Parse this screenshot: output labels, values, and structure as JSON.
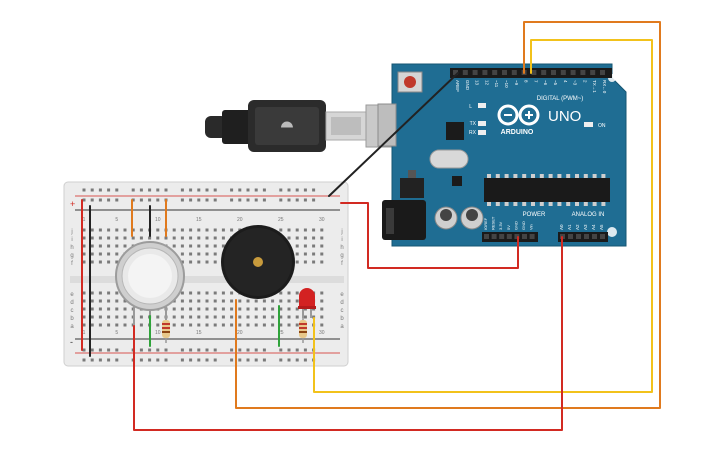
{
  "arduino": {
    "brand": "UNO",
    "logo_text": "ARDUINO",
    "digital_header": "DIGITAL (PWM~)",
    "power_header": "POWER",
    "analog_header": "ANALOG IN",
    "on_led": "ON",
    "l_led": "L",
    "tx_led": "TX",
    "rx_led": "RX",
    "digital_pins": [
      "AREF",
      "GND",
      "13",
      "12",
      "~11",
      "~10",
      "~9",
      "8",
      "7",
      "~6",
      "~5",
      "4",
      "~3",
      "2",
      "TX→1",
      "RX←0"
    ],
    "power_pins": [
      "IOREF",
      "RESET",
      "3.3V",
      "5V",
      "GND",
      "GND",
      "Vin"
    ],
    "analog_pins": [
      "A0",
      "A1",
      "A2",
      "A3",
      "A4",
      "A5"
    ]
  },
  "breadboard": {
    "row_letters_top": [
      "j",
      "i",
      "h",
      "g",
      "f"
    ],
    "row_letters_bottom": [
      "e",
      "d",
      "c",
      "b",
      "a"
    ],
    "column_numbers": [
      "1",
      "5",
      "10",
      "15",
      "20",
      "25",
      "30"
    ],
    "rail_plus": "+",
    "rail_minus": "-"
  },
  "wire_colors": {
    "black": "#222222",
    "red": "#d22a22",
    "orange": "#e07a1e",
    "yellow": "#f2c21b",
    "green": "#2fa33a"
  }
}
